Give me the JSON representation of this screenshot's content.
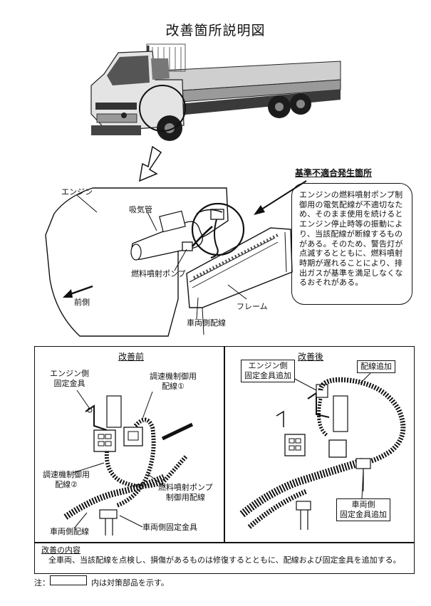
{
  "title": "改善箇所説明図",
  "overview": {
    "labels": {
      "engine": "エンジン",
      "intake": "吸気管",
      "pump": "燃料噴射ポンプ",
      "front": "前側",
      "frame": "フレーム",
      "vehicle_wiring": "車両側配線"
    },
    "issue_location": "基準不適合発生箇所",
    "description": "エンジンの燃料噴射ポンプ制御用の電気配線が不適切なため、そのまま使用を続けるとエンジン停止時等の振動により、当該配線が断線するものがある。そのため、警告灯が点滅するとともに、燃料噴射時期が遅れることにより、排出ガスが基準を満足しなくなるおそれがある。"
  },
  "before": {
    "heading": "改善前",
    "labels": {
      "engine_bracket": "エンジン側\n固定金具",
      "governor_wire1": "調速機制御用\n配線①",
      "governor_wire2": "調速機制御用\n配線②",
      "pump_wire": "燃料噴射ポンプ\n制御用配線",
      "vehicle_wiring": "車両側配線",
      "vehicle_bracket": "車両側固定金具"
    }
  },
  "after": {
    "heading": "改善後",
    "labels": {
      "engine_bracket_added": "エンジン側\n固定金具追加",
      "wiring_added": "配線追加",
      "vehicle_bracket_added": "車両側\n固定金具追加"
    }
  },
  "improvement": {
    "heading": "改善の内容",
    "text": "全車両、当該配線を点検し、損傷があるものは修復するとともに、配線および固定金具を追加する。"
  },
  "note": {
    "prefix": "注：",
    "suffix": "内は対策部品を示す。"
  }
}
